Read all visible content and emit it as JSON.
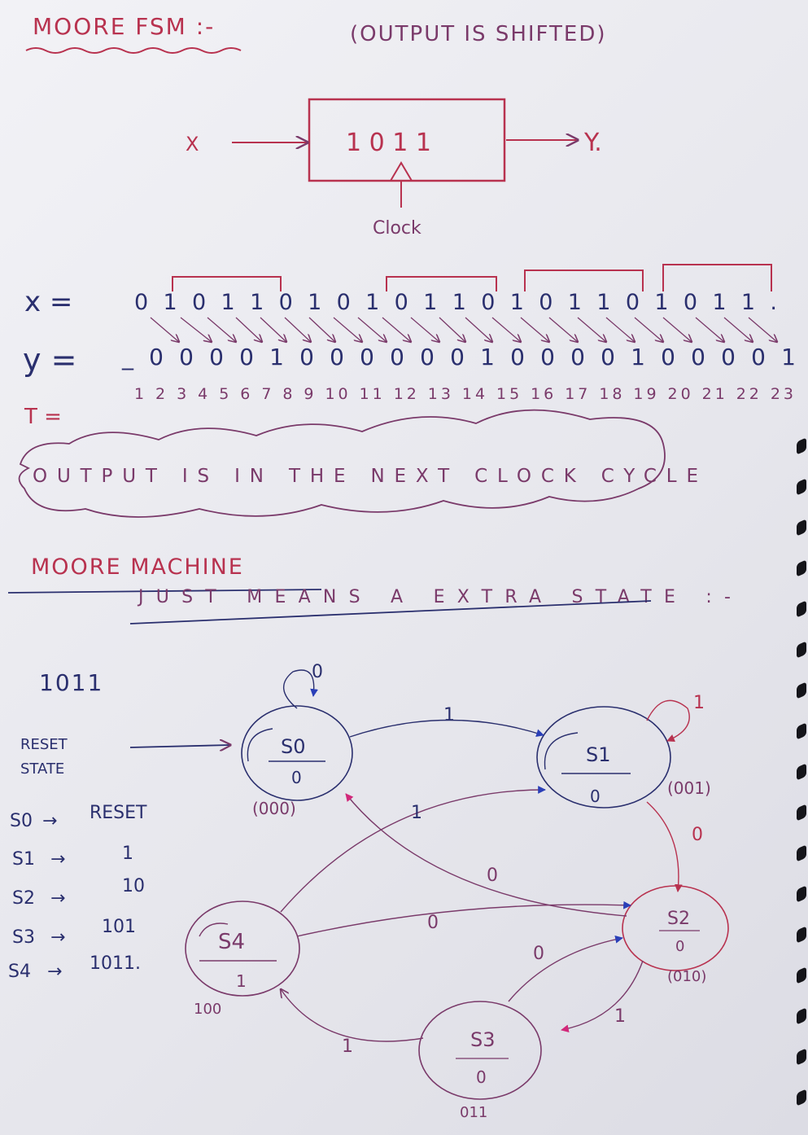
{
  "heading": {
    "title": "MOORE FSM :-",
    "note": "(OUTPUT IS SHIFTED)"
  },
  "block": {
    "input": "X",
    "label": "1 0 1 1",
    "output": "Y.",
    "clock": "Clock"
  },
  "sequences": {
    "x_label": "x =",
    "x_value": "0 1 0 1 1 0 1 0 1 0 1 1 0 1 0 1 1 0 1 0 1 1 .",
    "y_label": "y =",
    "y_value": "_ 0 0 0 0 1 0 0 0 0 0 0 1 0 0 0 0 1 0 0 0 0 1",
    "t_label": "T =",
    "t_value": "1 2 3 4 5 6 7 8 9 10 11 12 13 14 15 16 17 18 19 20 21 22 23"
  },
  "cloud_note": "OUTPUT IS IN THE NEXT CLOCK CYCLE",
  "moore": {
    "heading": "MOORE MACHINE",
    "subheading": "JUST MEANS A EXTRA STATE :-"
  },
  "diagram": {
    "sequence": "1011",
    "reset_label_1": "RESET",
    "reset_label_2": "STATE",
    "legend": [
      {
        "state": "S0",
        "meaning": "RESET"
      },
      {
        "state": "S1",
        "meaning": "1"
      },
      {
        "state": "S2",
        "meaning": "10"
      },
      {
        "state": "S3",
        "meaning": "101"
      },
      {
        "state": "S4",
        "meaning": "1011."
      }
    ],
    "states": [
      {
        "name": "S0",
        "output": "0",
        "code": "(000)"
      },
      {
        "name": "S1",
        "output": "0",
        "code": "(001)"
      },
      {
        "name": "S2",
        "output": "0",
        "code": "(010)"
      },
      {
        "name": "S3",
        "output": "0",
        "code": "011"
      },
      {
        "name": "S4",
        "output": "1",
        "code": "100"
      }
    ],
    "transitions": [
      {
        "label": "0"
      },
      {
        "label": "1"
      },
      {
        "label": "1"
      },
      {
        "label": "0"
      },
      {
        "label": "1"
      },
      {
        "label": "0"
      },
      {
        "label": "0"
      },
      {
        "label": "0"
      },
      {
        "label": "1"
      },
      {
        "label": "1"
      }
    ],
    "colors": {
      "red": "#b8324f",
      "blue": "#2a2f6e",
      "purple": "#7a3a6a"
    }
  }
}
